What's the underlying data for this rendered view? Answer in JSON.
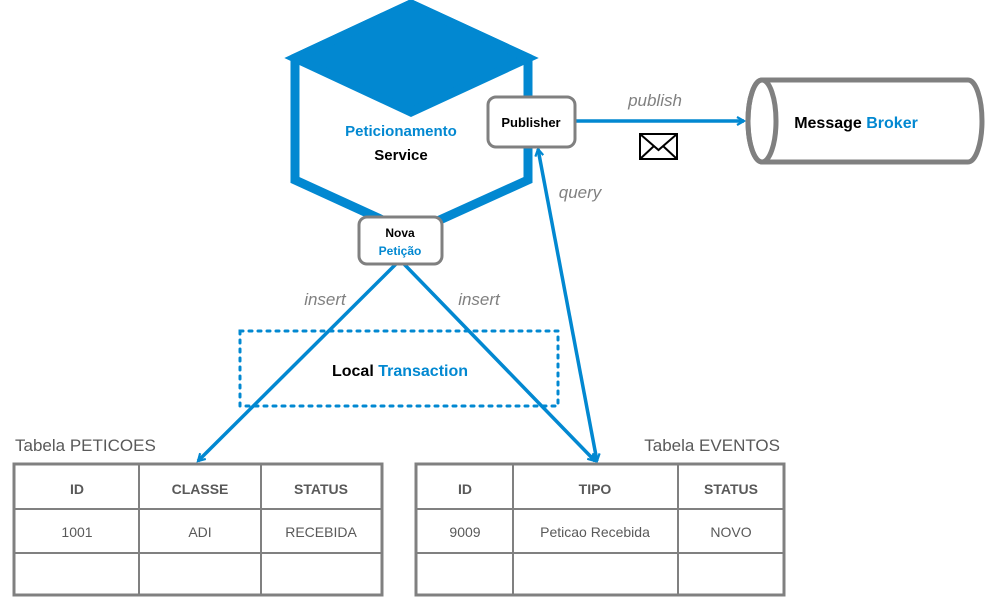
{
  "service": {
    "name_part1": "Peticionamento",
    "name_part2": "Service",
    "accent": "#0288D1"
  },
  "publisher": {
    "label": "Publisher"
  },
  "nova_peticao": {
    "line1": "Nova",
    "line2": "Petição"
  },
  "broker": {
    "part1": "Message",
    "part2": "Broker"
  },
  "edges": {
    "publish": "publish",
    "query": "query",
    "insert_left": "insert",
    "insert_right": "insert"
  },
  "local_transaction": {
    "part1": "Local",
    "part2": "Transaction"
  },
  "table_peticoes": {
    "caption": "Tabela PETICOES",
    "headers": [
      "ID",
      "CLASSE",
      "STATUS"
    ],
    "rows": [
      [
        "1001",
        "ADI",
        "RECEBIDA"
      ],
      [
        "",
        "",
        ""
      ]
    ]
  },
  "table_eventos": {
    "caption": "Tabela EVENTOS",
    "headers": [
      "ID",
      "TIPO",
      "STATUS"
    ],
    "rows": [
      [
        "9009",
        "Peticao Recebida",
        "NOVO"
      ],
      [
        "",
        "",
        ""
      ]
    ]
  },
  "icons": {
    "envelope": "envelope-icon"
  },
  "colors": {
    "accent": "#0288D1",
    "border": "#808080",
    "text": "#595959"
  }
}
